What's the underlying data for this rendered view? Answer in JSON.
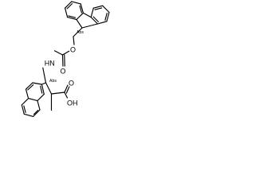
{
  "molecule": {
    "atom_labels": {
      "ether_oxygen": "O",
      "carbonyl_oxygen": "O",
      "amide_nitrogen": "HN",
      "acid_hydroxyl": "OH",
      "acid_carbonyl_oxygen": "O",
      "stereo_flag_fluorenyl": "Abs",
      "stereo_flag_alpha": "Abs"
    }
  }
}
